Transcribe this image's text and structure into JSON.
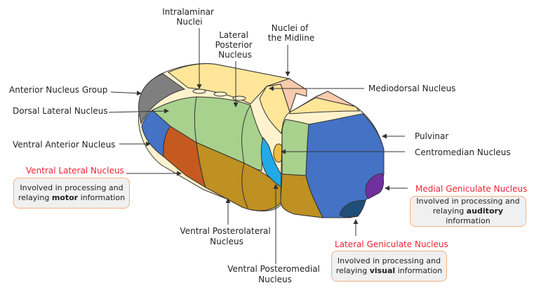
{
  "labels": {
    "intralaminar": [
      "Intralaminar",
      "Nuclei"
    ],
    "lateral_posterior": [
      "Lateral",
      "Posterior",
      "Nucleus"
    ],
    "midline": [
      "Nuclei of",
      "the Midline"
    ],
    "mediodorsal": "Mediodorsal Nucleus",
    "anterior": "Anterior Nucleus Group",
    "dorsal_lateral": "Dorsal Lateral Nucleus",
    "ventral_anterior": "Ventral Anterior Nucleus",
    "ventral_lateral": "Ventral Lateral Nucleus",
    "pulvinar": "Pulvinar",
    "centromedian": "Centromedian Nucleus",
    "medial_geniculate": "Medial Geniculate Nucleus",
    "lateral_geniculate": "Lateral Geniculate Nucleus",
    "vpl": [
      "Ventral Posterolateral",
      "Nucleus"
    ],
    "vpm": [
      "Ventral Posteromedial",
      "Nucleus"
    ]
  },
  "info_boxes": {
    "motor": {
      "pre": "Involved in processing and relaying ",
      "bold": "motor",
      "post": " information"
    },
    "auditory": {
      "pre": "Involved in processing and relaying ",
      "bold": "auditory",
      "post": " information"
    },
    "visual": {
      "pre": "Involved in processing and relaying ",
      "bold": "visual",
      "post": " information"
    }
  },
  "colors": {
    "highlight_label": "#ee2233",
    "box_border": "#f4b183",
    "anterior": "#7f7f7f",
    "dorsal_tier": "#a9d18e",
    "ventral_anterior": "#4472c4",
    "ventral_lateral": "#c55a20",
    "ventral_posterior": "#bf9022",
    "mediodorsal": "#ffe699",
    "midline": "#f8cbad",
    "pulvinar": "#4472c4",
    "medial_geniculate": "#7030a0",
    "lateral_geniculate": "#1f4e79",
    "vpm": "#22aae8",
    "centromedian": "#f1be42"
  }
}
